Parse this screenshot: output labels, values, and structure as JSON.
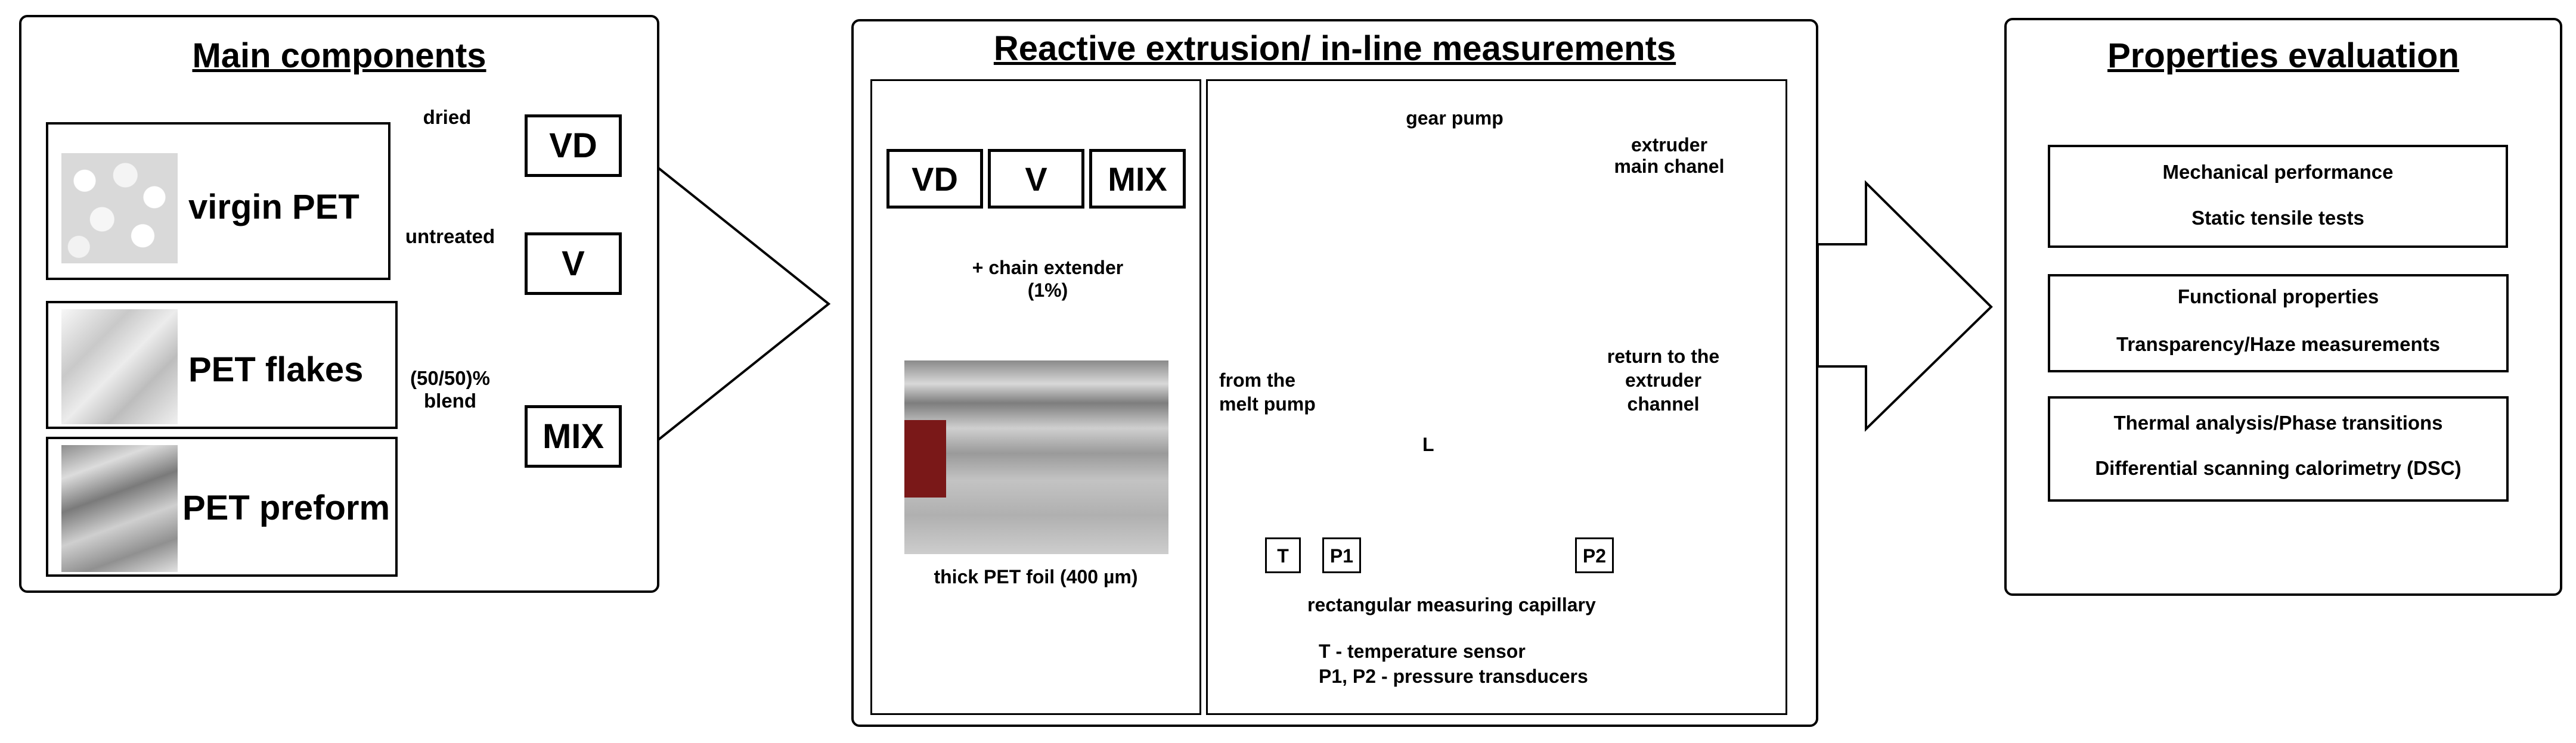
{
  "panels": {
    "main_components": {
      "title": "Main components",
      "materials": [
        "virgin PET",
        "PET flakes",
        "PET preform"
      ],
      "treatments": [
        "dried",
        "untreated",
        "(50/50)%\nblend"
      ],
      "codes": [
        "VD",
        "V",
        "MIX"
      ]
    },
    "reactive_extrusion": {
      "title": "Reactive extrusion/ in-line measurements",
      "codes": [
        "VD",
        "V",
        "MIX"
      ],
      "chain_extender": "+ chain extender\n(1%)",
      "foil_caption": "thick PET foil (400 µm)",
      "gear_pump": "gear pump",
      "extruder_main": "extruder\nmain chanel",
      "from_melt_pump": "from the\nmelt pump",
      "return_channel": "return to the\nextruder\nchannel",
      "length_label": "L",
      "sensors": [
        "T",
        "P1",
        "P2"
      ],
      "capillary": "rectangular measuring capillary",
      "legend": [
        "T - temperature sensor",
        "P1, P2 - pressure transducers"
      ]
    },
    "properties": {
      "title": "Properties evaluation",
      "items": [
        {
          "heading": "Mechanical performance",
          "detail": "Static tensile tests"
        },
        {
          "heading": "Functional properties",
          "detail": "Transparency/Haze measurements"
        },
        {
          "heading": "Thermal analysis/Phase transitions",
          "detail": "Differential scanning calorimetry (DSC)"
        }
      ]
    }
  }
}
